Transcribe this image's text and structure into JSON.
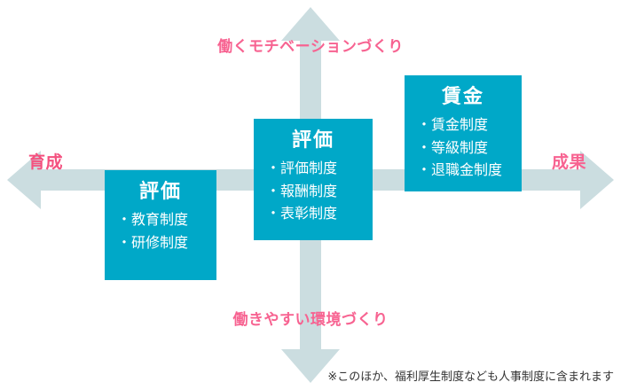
{
  "colors": {
    "box_fill": "#00a8c8",
    "arrow_fill": "#cbdde0",
    "axis_label_pink": "#f76391",
    "box_text": "#ffffff",
    "footnote_text": "#333333",
    "background": "#ffffff"
  },
  "axes": {
    "vertical": {
      "icon": "double-headed-vertical-arrow",
      "top_label": "働くモチベーションづくり",
      "bottom_label": "働きやすい環境づくり"
    },
    "horizontal": {
      "icon": "double-headed-horizontal-arrow",
      "left_label": "育成",
      "right_label": "成果"
    }
  },
  "boxes": [
    {
      "id": "left",
      "title": "評価",
      "items": [
        "・教育制度",
        "・研修制度"
      ]
    },
    {
      "id": "center",
      "title": "評価",
      "items": [
        "・評価制度",
        "・報酬制度",
        "・表彰制度"
      ]
    },
    {
      "id": "right",
      "title": "賃金",
      "items": [
        "・賃金制度",
        "・等級制度",
        "・退職金制度"
      ]
    }
  ],
  "footnote": "※このほか、福利厚生制度なども人事制度に含まれます"
}
